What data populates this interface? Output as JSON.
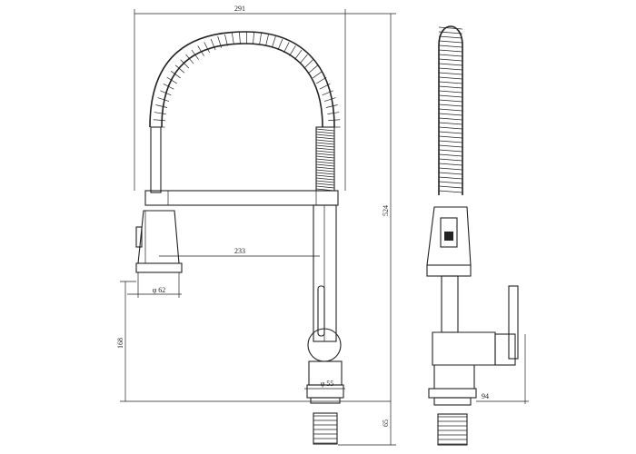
{
  "drawing": {
    "front_view": {
      "dim_overall_width": "291",
      "dim_spout_reach": "233",
      "dim_spray_head_dia": "φ 62",
      "dim_base_dia": "φ 55",
      "dim_handle_height": "168"
    },
    "side_view": {
      "dim_overall_height": "524",
      "dim_handle_reach": "94",
      "dim_shank_length": "65"
    }
  }
}
